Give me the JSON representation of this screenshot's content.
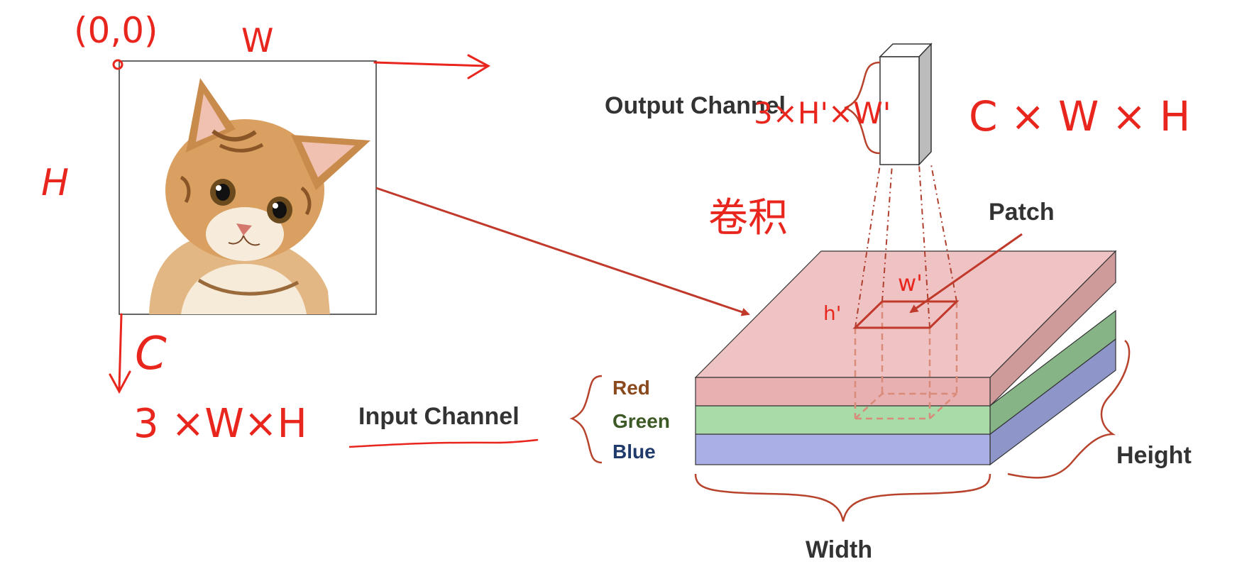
{
  "labels": {
    "output_channel": "Output Channel",
    "patch": "Patch",
    "input_channel": "Input Channel",
    "red": "Red",
    "green": "Green",
    "blue": "Blue",
    "height": "Height",
    "width": "Width"
  },
  "handwriting": {
    "origin": "(0,0)",
    "w": "W",
    "h": "H",
    "c": "C",
    "input_shape": "3 ×W×H",
    "output_shape_left": "3×H'×W'",
    "output_shape_right": "C × W × H",
    "convolution": "卷积",
    "patch_w": "w'",
    "patch_h": "h'"
  },
  "image": {
    "subject": "cat-photo"
  },
  "colors": {
    "red_layer": "#efc3c3",
    "green_layer": "#a8dba8",
    "blue_layer": "#aab0e6",
    "annotation": "#e8261e",
    "brace": "#b8432c",
    "red_text": "#8b4a1e",
    "green_text": "#3d5a26",
    "blue_text": "#1f3a6b",
    "label_text": "#333333"
  }
}
